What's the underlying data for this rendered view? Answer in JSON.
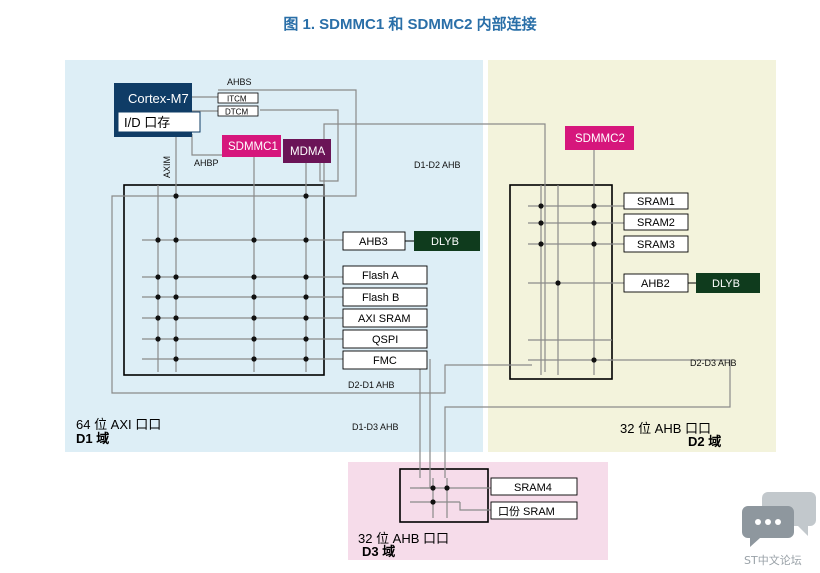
{
  "figure_title": "图 1. SDMMC1 和 SDMMC2 内部连接",
  "cpu": {
    "name": "Cortex-M7",
    "cache": "I/D 口存"
  },
  "cpu_ports": {
    "itcm": "ITCM",
    "dtcm": "DTCM"
  },
  "masters": {
    "sdmmc1": "SDMMC1",
    "mdma": "MDMA",
    "sdmmc2": "SDMMC2"
  },
  "bus_labels": {
    "ahbs": "AHBS",
    "ahbp": "AHBP",
    "axim": "AXIM",
    "d1_d2_ahb": "D1-D2 AHB",
    "d2_d1_ahb": "D2-D1 AHB",
    "d1_d3_ahb": "D1-D3 AHB",
    "d2_d3_ahb": "D2-D3 AHB"
  },
  "d1_slaves": [
    "AHB3",
    "Flash A",
    "Flash B",
    "AXI SRAM",
    "QSPI",
    "FMC"
  ],
  "d2_slaves": [
    "SRAM1",
    "SRAM2",
    "SRAM3",
    "AHB2"
  ],
  "d3_slaves": [
    "SRAM4",
    "口份 SRAM"
  ],
  "dlyb": {
    "d1": "DLYB",
    "d2": "DLYB"
  },
  "domains": {
    "d1": {
      "matrix": "64 位 AXI 口口",
      "name": "D1 域"
    },
    "d2": {
      "matrix": "32 位 AHB 口口",
      "name": "D2 域"
    },
    "d3": {
      "matrix": "32 位 AHB 口口",
      "name": "D3 域"
    }
  },
  "watermark": "ST中文论坛",
  "colors": {
    "d1_bg": "#ddeef6",
    "d2_bg": "#f3f3dc",
    "d3_bg": "#f6dcea",
    "cpu": "#0f3c66",
    "sdmmc": "#d6167c",
    "mdma": "#6b1457",
    "dlyb": "#0f3b1d"
  }
}
